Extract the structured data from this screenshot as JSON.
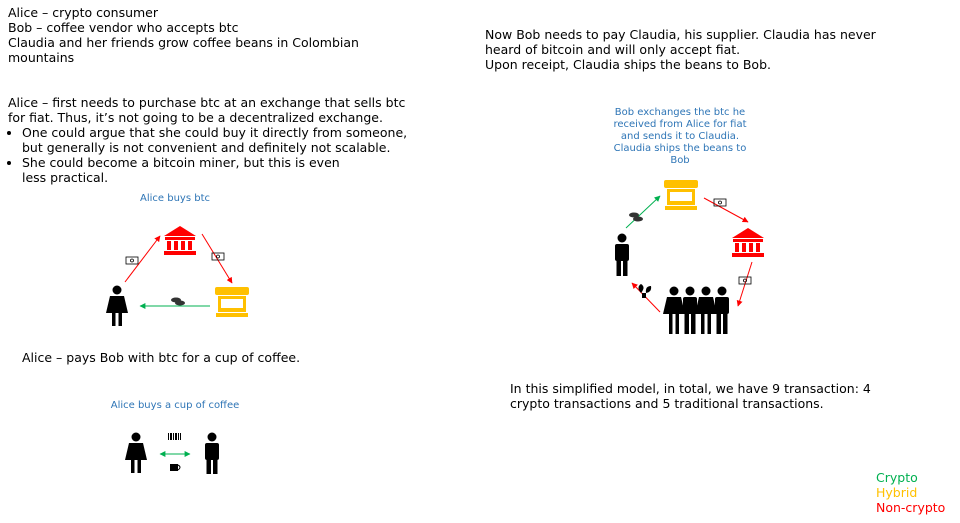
{
  "intro": {
    "line1": "Alice – crypto consumer",
    "line2": "Bob – coffee vendor who accepts btc",
    "line3": "Claudia and her friends grow coffee beans in Colombian mountains"
  },
  "alice_section": {
    "para": "Alice – first needs to purchase btc at an exchange that sells btc for fiat.  Thus, it’s not going to be a decentralized exchange.",
    "bullets": [
      "One could argue that she could buy it directly from someone, but generally is not convenient and definitely not scalable.",
      "She could become a bitcoin miner, but this is even less practical."
    ]
  },
  "diagram1": {
    "caption": "Alice buys btc"
  },
  "pay_text": "Alice – pays Bob with btc for a cup of coffee.",
  "diagram2": {
    "caption": "Alice buys a cup of coffee"
  },
  "bob_section": {
    "line1": "Now Bob needs to pay Claudia, his supplier.  Claudia has never heard of bitcoin and will only accept fiat.",
    "line2": "Upon receipt, Claudia ships the beans to Bob."
  },
  "diagram3": {
    "caption": "Bob exchanges the btc he received from Alice for fiat and sends it to Claudia. Claudia ships the beans to Bob"
  },
  "summary": "In this simplified model, in total, we have 9 transaction:  4 crypto transactions and 5 traditional transactions.",
  "legend": {
    "crypto": {
      "label": "Crypto",
      "color": "#00b050"
    },
    "hybrid": {
      "label": "Hybrid",
      "color": "#ffc000"
    },
    "noncrypto": {
      "label": "Non-crypto",
      "color": "#ff0000"
    }
  }
}
